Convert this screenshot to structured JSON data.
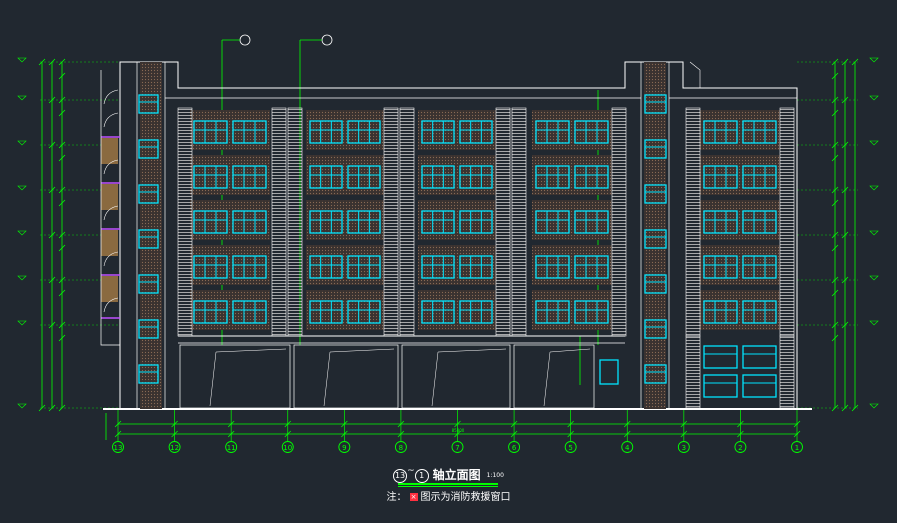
{
  "drawing": {
    "axis_left": "13",
    "axis_sep": "~",
    "axis_right": "1",
    "title": "轴立面图",
    "scale": "1:100",
    "note_prefix": "注：",
    "note_mark": "×",
    "note_text": "图示为消防救援窗口",
    "axis_labels": [
      "13",
      "12",
      "11",
      "10",
      "9",
      "8",
      "7",
      "6",
      "5",
      "4",
      "3",
      "2",
      "1"
    ],
    "total_dim": "85800"
  },
  "colors": {
    "background": "#212830",
    "outline": "#ffffff",
    "dimension": "#00ff00",
    "window": "#00e5ff",
    "louver": "#c8c8c8",
    "brick": "#8a6a40",
    "accent": "#ff3040"
  }
}
